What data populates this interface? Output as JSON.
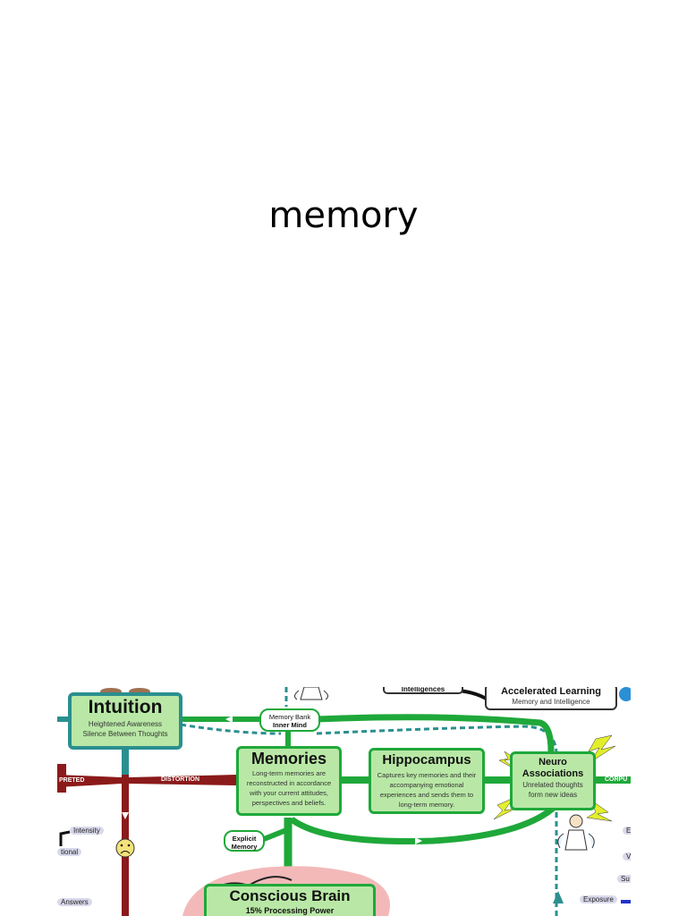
{
  "slide": {
    "title": "memory"
  },
  "diagram": {
    "intuition": {
      "title": "Intuition",
      "line1": "Heightened Awareness",
      "line2": "Silence Between Thoughts"
    },
    "memory_bank": {
      "line1": "Memory Bank",
      "line2": "Inner Mind"
    },
    "memories": {
      "title": "Memories",
      "text": "Long-term memories are reconstructed in accordance with your current attitudes, perspectives and beliefs."
    },
    "hippocampus": {
      "title": "Hippocampus",
      "text": "Captures key memories and their accompanying emotional experiences and sends them to long-term memory."
    },
    "neuro": {
      "title_line1": "Neuro",
      "title_line2": "Associations",
      "line1": "Unrelated thoughts",
      "line2": "form new ideas"
    },
    "accelerated": {
      "title": "Accelerated Learning",
      "subtitle": "Memory and Intelligence"
    },
    "intelligences": "Intelligences",
    "explicit": {
      "line1": "Explicit",
      "line2": "Memory"
    },
    "conscious": {
      "title": "Conscious Brain",
      "subtitle": "15% Processing Power"
    },
    "labels": {
      "distortion": "DISTORTION",
      "preted": "PRETED",
      "corpus": "CORPU",
      "intensity": "Intensity",
      "tional": "tional",
      "answers": "Answers",
      "exposure": "Exposure",
      "e_right": "E",
      "v_right": "V",
      "su_right": "Su"
    },
    "colors": {
      "green": "#1fa83a",
      "teal": "#2b8f8f",
      "dark_red": "#8b1a1a",
      "box_fill": "#b9e8a6"
    }
  }
}
